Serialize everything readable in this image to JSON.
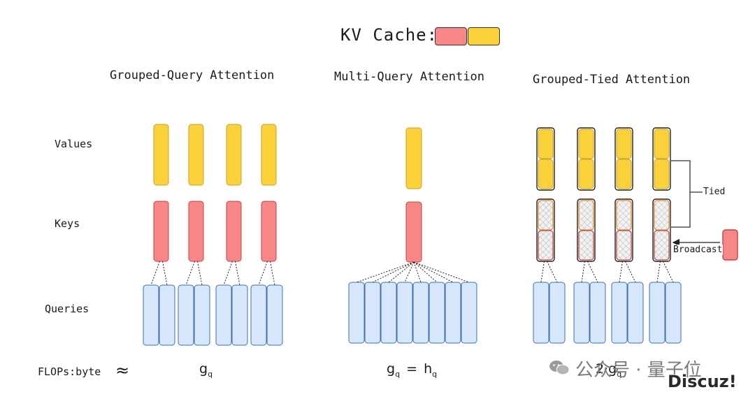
{
  "title": {
    "text": "KV Cache:"
  },
  "colors": {
    "value": "#FBD23A",
    "key": "#F88787",
    "query": "#D6E6FB",
    "query_stroke": "#3f6fb0",
    "tied_hatch": "#E8E8E8",
    "orange_border": "#E28A2B",
    "red_border": "#C14343"
  },
  "row_labels": {
    "values": "Values",
    "keys": "Keys",
    "queries": "Queries"
  },
  "sections": [
    {
      "heading": "Grouped-Query Attention",
      "formula": "g",
      "formula_sub": "q"
    },
    {
      "heading": "Multi-Query Attention",
      "formula": "g",
      "formula_sub": "q",
      "formula_rhs": "h",
      "formula_rhs_sub": "q"
    },
    {
      "heading": "Grouped-Tied Attention",
      "formula_prefix": "2·",
      "formula": "g",
      "formula_sub": "q"
    }
  ],
  "flops_label": "FLOPs:byte",
  "approx_symbol": "≈",
  "annotations": {
    "tied": "Tied",
    "broadcast": "Broadcast"
  },
  "watermark": {
    "text": "公众号 · 量子位",
    "site": "Discuz!"
  }
}
